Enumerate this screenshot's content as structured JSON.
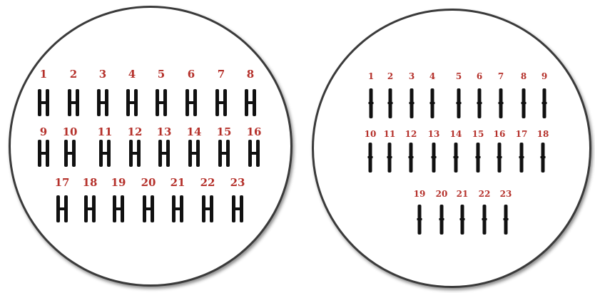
{
  "left_panel": {
    "rows": [
      [
        "1",
        "2",
        "3",
        "4",
        "5",
        "6",
        "7",
        "8"
      ],
      [
        "9",
        "10",
        "11",
        "12",
        "13",
        "14",
        "15",
        "16"
      ],
      [
        "17",
        "18",
        "19",
        "20",
        "21",
        "22",
        "23"
      ]
    ]
  },
  "right_panel": {
    "rows": [
      [
        "1",
        "2",
        "3",
        "4",
        "5",
        "6",
        "7",
        "8",
        "9"
      ],
      [
        "10",
        "11",
        "12",
        "13",
        "14",
        "15",
        "16",
        "17",
        "18"
      ],
      [
        "19",
        "20",
        "21",
        "22",
        "23"
      ]
    ]
  },
  "colors": {
    "number_label": "#b5312b",
    "chromosome": "#111111",
    "circle_border": "#3a3a3a"
  }
}
